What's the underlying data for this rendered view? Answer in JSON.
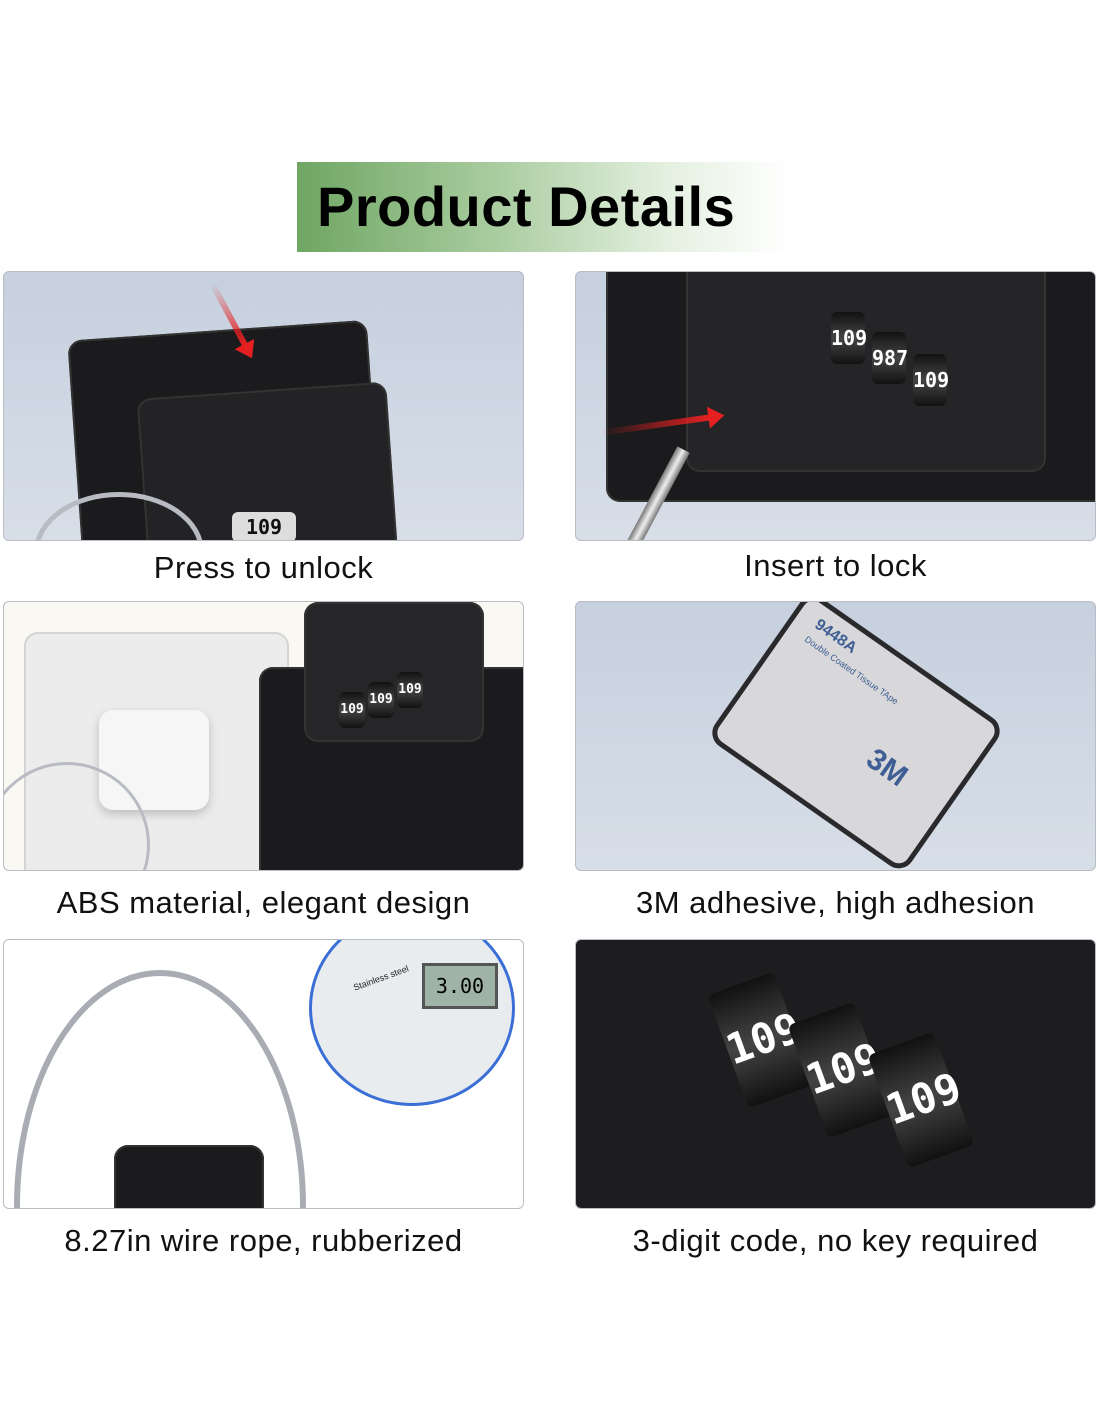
{
  "title": "Product Details",
  "colors": {
    "banner_green": "#6fa663",
    "arrow_red": "#e62020"
  },
  "panels": [
    {
      "caption": "Press to unlock",
      "lock_code": "109"
    },
    {
      "caption": "Insert to lock",
      "lock_code": [
        "109",
        "987",
        "109"
      ]
    },
    {
      "caption": "ABS material, elegant design",
      "lock_code": [
        "109",
        "109",
        "109"
      ]
    },
    {
      "caption": "3M adhesive, high adhesion",
      "tape_labels": [
        "9448A",
        "Double Coated Tissue TApe",
        "3M"
      ]
    },
    {
      "caption": "8.27in wire rope, rubberized",
      "caliper_label": "Stainless steel",
      "caliper_reading": "3.00"
    },
    {
      "caption": "3-digit code, no key required",
      "lock_code": [
        "109",
        "109",
        "109"
      ]
    }
  ]
}
